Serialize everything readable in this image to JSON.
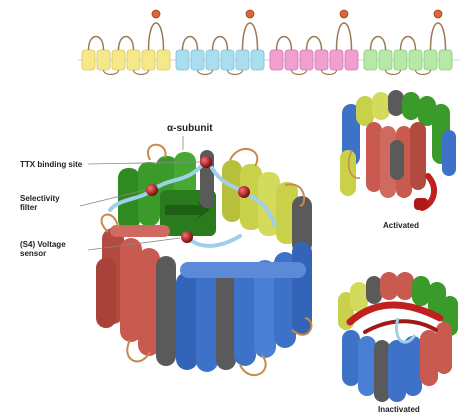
{
  "topology": {
    "domains": [
      {
        "color": "#f5e88a",
        "stroke": "#d9c85a"
      },
      {
        "color": "#a9def0",
        "stroke": "#7cc0d8"
      },
      {
        "color": "#f0a0d0",
        "stroke": "#d275b0"
      },
      {
        "color": "#b7e8a6",
        "stroke": "#8bc978"
      }
    ],
    "loop_color": "#9a7a55",
    "tip_color": "#d9673a"
  },
  "main_structure": {
    "title": "α-subunit",
    "labels": {
      "ttx": "TTX binding site",
      "selectivity": "Selectivity\nfilter",
      "voltage": "(S4) Voltage\nsensor"
    },
    "domain_colors": {
      "green": "#3a9a2a",
      "yellow": "#c9d14a",
      "blue": "#3e72c8",
      "red": "#c85a50",
      "gray": "#5a5a5a",
      "site": "#9a1a1a"
    }
  },
  "insets": {
    "activated_label": "Activated",
    "inactivated_label": "Inactivated"
  }
}
